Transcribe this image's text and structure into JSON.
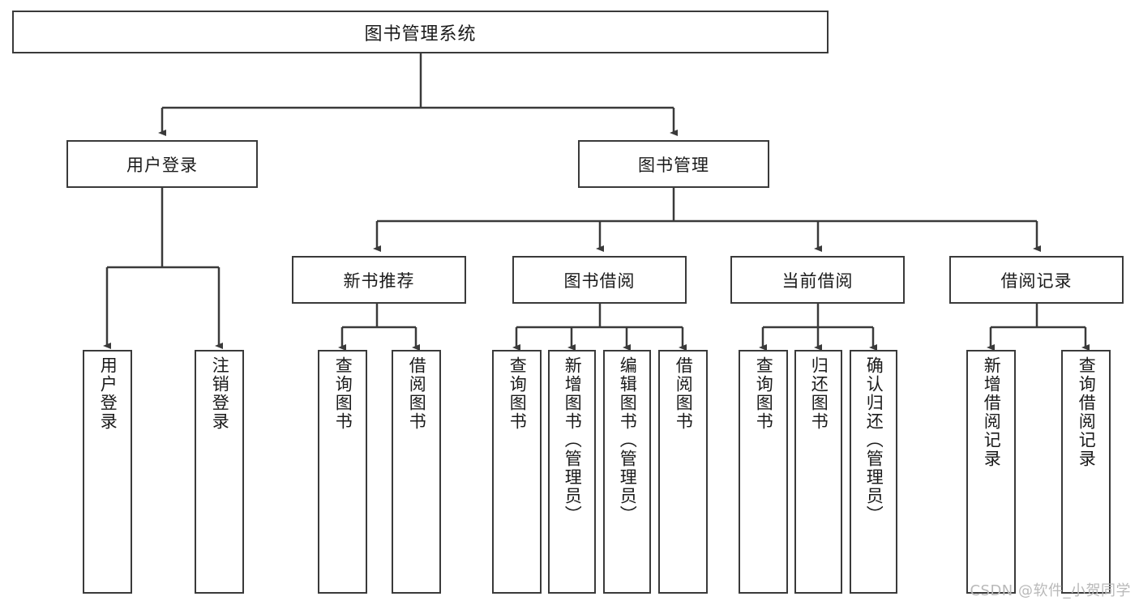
{
  "diagram": {
    "title": "图书管理系统",
    "watermark": "CSDN @软件_小贺同学",
    "colors": {
      "stroke": "#3a3a3a",
      "background": "#ffffff",
      "text": "#1a1a1a",
      "watermark": "#b9b9b9"
    },
    "root": {
      "label": "图书管理系统"
    },
    "level2": [
      {
        "label": "用户登录"
      },
      {
        "label": "图书管理"
      }
    ],
    "level3": [
      {
        "label": "新书推荐"
      },
      {
        "label": "图书借阅"
      },
      {
        "label": "当前借阅"
      },
      {
        "label": "借阅记录"
      }
    ],
    "leaves": {
      "user_login": [
        {
          "label": "用户登录"
        },
        {
          "label": "注销登录"
        }
      ],
      "new_book_recommend": [
        {
          "label": "查询图书"
        },
        {
          "label": "借阅图书"
        }
      ],
      "book_borrow": [
        {
          "label": "查询图书"
        },
        {
          "label": "新增图书（管理员）"
        },
        {
          "label": "编辑图书（管理员）"
        },
        {
          "label": "借阅图书"
        }
      ],
      "current_borrow": [
        {
          "label": "查询图书"
        },
        {
          "label": "归还图书"
        },
        {
          "label": "确认归还（管理员）"
        }
      ],
      "borrow_record": [
        {
          "label": "新增借阅记录"
        },
        {
          "label": "查询借阅记录"
        }
      ]
    }
  }
}
